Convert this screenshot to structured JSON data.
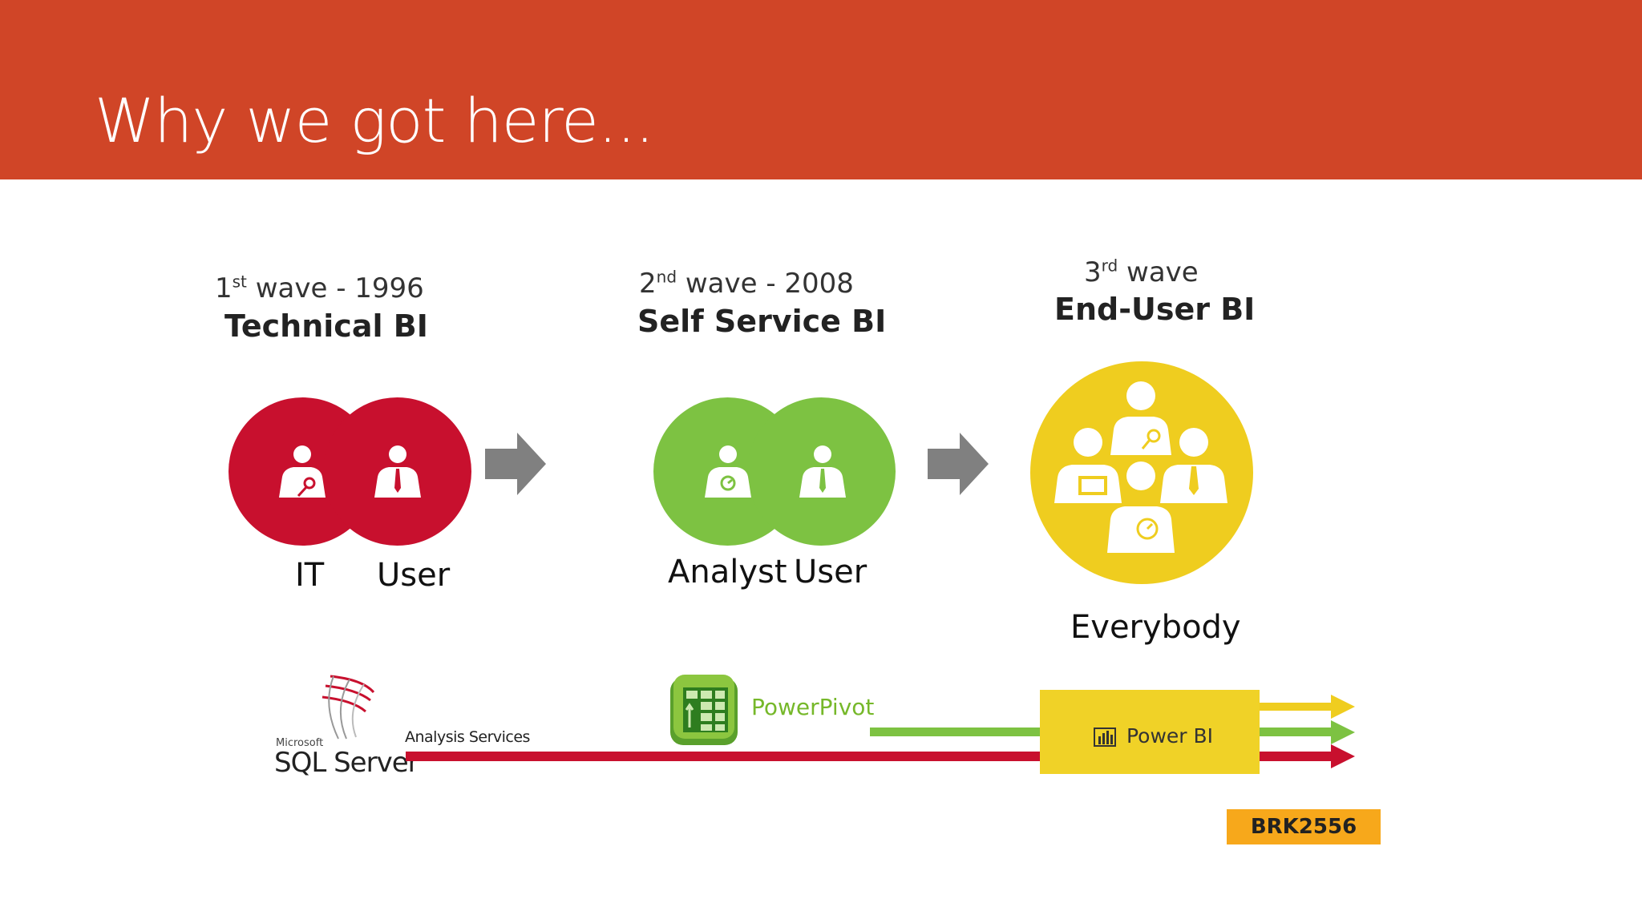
{
  "header": {
    "title": "Why we got here..."
  },
  "waves": [
    {
      "ordinal_num": "1",
      "ordinal_suffix": "st",
      "wave_text": " wave - 1996",
      "name": "Technical BI",
      "people": [
        "IT",
        "User"
      ],
      "color": "#c8102e"
    },
    {
      "ordinal_num": "2",
      "ordinal_suffix": "nd",
      "wave_text": " wave - 2008",
      "name": "Self Service BI",
      "people": [
        "Analyst",
        "User"
      ],
      "color": "#7dc242"
    },
    {
      "ordinal_num": "3",
      "ordinal_suffix": "rd",
      "wave_text": " wave",
      "name": "End-User BI",
      "people": [
        "Everybody"
      ],
      "color": "#efcd1f"
    }
  ],
  "icons": {
    "arrow": "right-arrow-icon",
    "sql_server": "sql-server-logo-icon",
    "powerpivot": "powerpivot-logo-icon",
    "power_bi": "power-bi-logo-icon"
  },
  "products": {
    "sql_server_brand": "Microsoft",
    "sql_server": "SQL Server",
    "analysis_services": "Analysis Services",
    "powerpivot": "PowerPivot",
    "power_bi": "Power BI"
  },
  "colors": {
    "header": "#d04527",
    "red": "#c8102e",
    "green": "#7dc242",
    "yellow": "#efcd1f",
    "badge": "#f7a81b",
    "arrow_gray": "#808080"
  },
  "session_code": "BRK2556"
}
